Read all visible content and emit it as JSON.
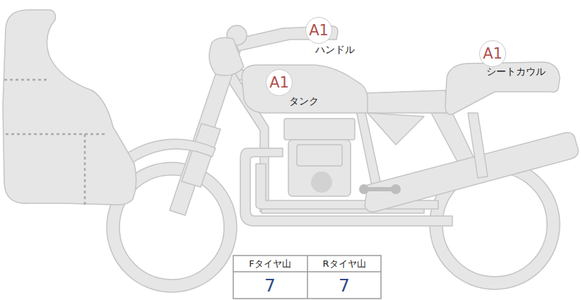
{
  "diagram": {
    "nodes": [
      {
        "text": [
          "A1"
        ]
      },
      {
        "text": [
          "A1"
        ]
      },
      {
        "text": [
          "A1"
        ]
      }
    ],
    "labels": [
      "ハンドル",
      "シートカウル",
      "タンク",
      "Fタイヤ山",
      "Rタイヤ山",
      "7",
      "7"
    ]
  }
}
